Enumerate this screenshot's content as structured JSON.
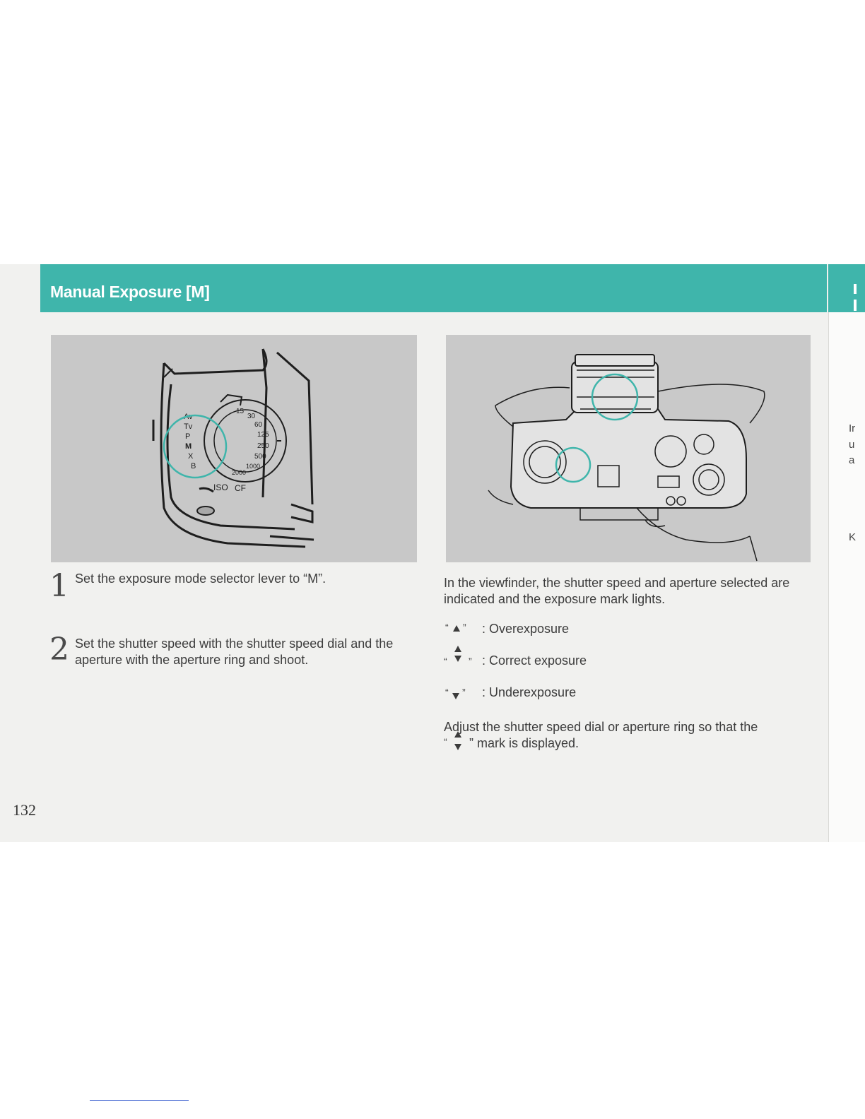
{
  "header": {
    "title": "Manual Exposure [M]"
  },
  "figure_left": {
    "mode_labels": [
      "Av",
      "Tv",
      "P",
      "M",
      "X",
      "B"
    ],
    "dial_labels": [
      "15",
      "30",
      "60",
      "125",
      "250",
      "500",
      "1000",
      "2000",
      "ISO",
      "CF"
    ]
  },
  "steps": [
    {
      "number": "1",
      "text": "Set the exposure mode selector lever to “M”."
    },
    {
      "number": "2",
      "text": "Set the shutter speed with the shutter speed dial and the aperture with the aperture ring and shoot."
    }
  ],
  "right_column": {
    "intro": "In the viewfinder, the shutter speed and aperture selected are indicated and the exposure mark lights.",
    "marks": [
      {
        "icon": "triangle-up-icon",
        "label": ": Overexposure"
      },
      {
        "icon": "triangle-up-down-icon",
        "label": ": Correct exposure"
      },
      {
        "icon": "triangle-down-icon",
        "label": ": Underexposure"
      }
    ],
    "adjust_before": "Adjust the shutter speed dial or aperture ring so that the",
    "adjust_after": "” mark is displayed."
  },
  "next_page_fragment": [
    "Ir",
    "u",
    "a",
    "K"
  ],
  "page_number": "132",
  "colors": {
    "accent": "#3fb5ab",
    "highlight_circle": "#3fb5ab"
  }
}
